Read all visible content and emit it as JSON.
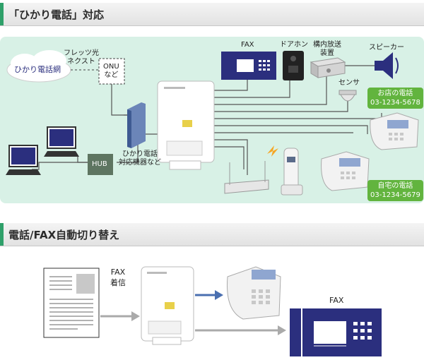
{
  "sections": {
    "hikari_title": "「ひかり電話」対応",
    "fax_title": "電話/FAX自動切り替え"
  },
  "top": {
    "cloud_label": "ひかり電話網",
    "flets_label": "フレッツ光\nネクスト",
    "onu_label": "ONU\nなど",
    "hub_label": "HUB",
    "adapter_label": "ひかり電話\n対応機器など",
    "fax_label": "FAX",
    "doorphone_label": "ドアホン",
    "pa_label": "構内放送\n装置",
    "speaker_label": "スピーカー",
    "sensor_label": "センサ",
    "store_phone": "お店の電話\n03-1234-5678",
    "home_phone": "自宅の電話\n03-1234-5679"
  },
  "bottom": {
    "incoming_label": "FAX\n着信",
    "fax_label": "FAX"
  },
  "colors": {
    "accent": "#2fa06a",
    "panel": "#d8f1e6",
    "fax_blue": "#2b2f7e",
    "line": "#555555",
    "arrow_blue": "#4a6fb0"
  }
}
